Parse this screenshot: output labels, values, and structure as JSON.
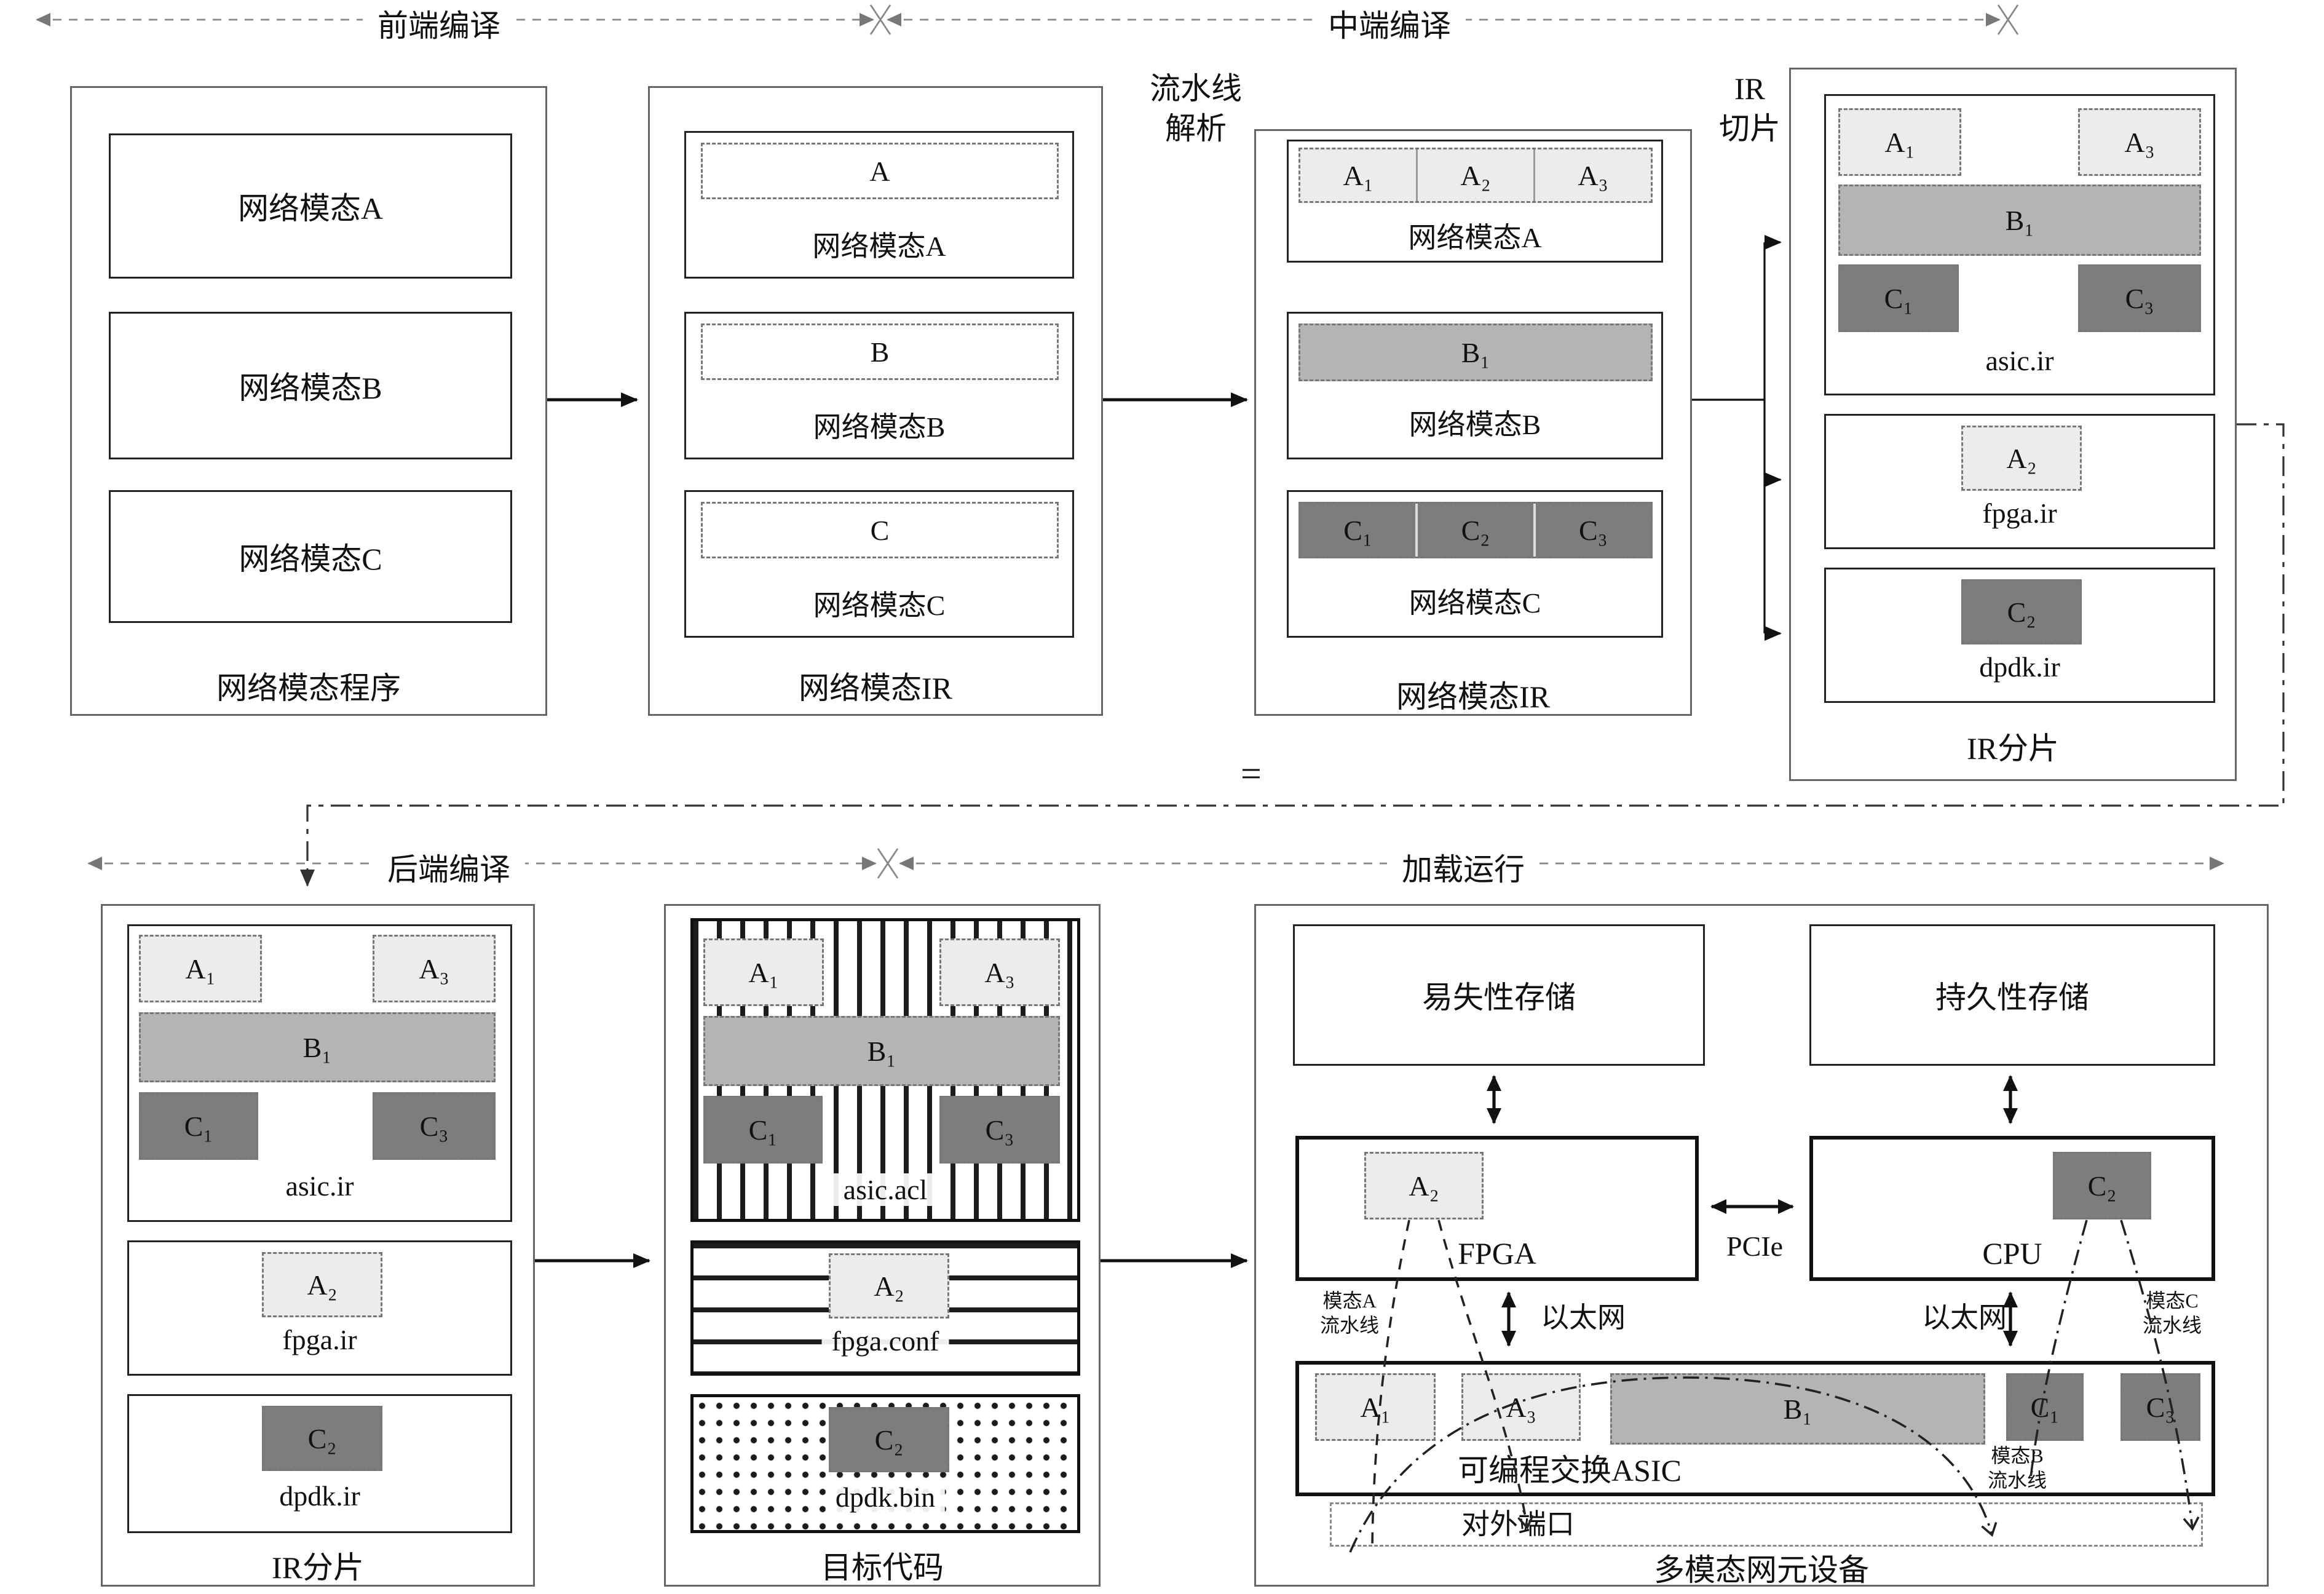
{
  "phases": {
    "frontend": "前端编译",
    "midend": "中端编译",
    "backend": "后端编译",
    "runtime": "加载运行"
  },
  "annotations": {
    "pipeline_parse_line1": "流水线",
    "pipeline_parse_line2": "解析",
    "ir_slice_line1": "IR",
    "ir_slice_line2": "切片",
    "equals": "="
  },
  "program_box": {
    "caption": "网络模态程序",
    "items": [
      "网络模态A",
      "网络模态B",
      "网络模态C"
    ]
  },
  "ir_box": {
    "caption": "网络模态IR",
    "items": [
      {
        "block": "A",
        "caption": "网络模态A"
      },
      {
        "block": "B",
        "caption": "网络模态B"
      },
      {
        "block": "C",
        "caption": "网络模态C"
      }
    ]
  },
  "sliced_ir_box": {
    "caption": "网络模态IR",
    "a_segments": [
      "A₁",
      "A₂",
      "A₃"
    ],
    "a_caption": "网络模态A",
    "b_block": "B₁",
    "b_caption": "网络模态B",
    "c_segments": [
      "C₁",
      "C₂",
      "C₃"
    ],
    "c_caption": "网络模态C"
  },
  "ir_slices_top": {
    "caption": "IR分片",
    "asic": {
      "caption": "asic.ir",
      "blocks": {
        "a1": "A₁",
        "a3": "A₃",
        "b1": "B₁",
        "c1": "C₁",
        "c3": "C₃"
      }
    },
    "fpga": {
      "caption": "fpga.ir",
      "a2": "A₂"
    },
    "dpdk": {
      "caption": "dpdk.ir",
      "c2": "C₂"
    }
  },
  "ir_slices_bottom": {
    "caption": "IR分片",
    "asic": {
      "caption": "asic.ir",
      "blocks": {
        "a1": "A₁",
        "a3": "A₃",
        "b1": "B₁",
        "c1": "C₁",
        "c3": "C₃"
      }
    },
    "fpga": {
      "caption": "fpga.ir",
      "a2": "A₂"
    },
    "dpdk": {
      "caption": "dpdk.ir",
      "c2": "C₂"
    }
  },
  "target_code_box": {
    "caption": "目标代码",
    "asic": {
      "caption": "asic.acl",
      "blocks": {
        "a1": "A₁",
        "a3": "A₃",
        "b1": "B₁",
        "c1": "C₁",
        "c3": "C₃"
      }
    },
    "fpga": {
      "caption": "fpga.conf",
      "a2": "A₂"
    },
    "dpdk": {
      "caption": "dpdk.bin",
      "c2": "C₂"
    }
  },
  "device_box": {
    "caption": "多模态网元设备",
    "volatile_storage": "易失性存储",
    "persistent_storage": "持久性存储",
    "fpga": {
      "label": "FPGA",
      "a2": "A₂"
    },
    "cpu": {
      "label": "CPU",
      "c2": "C₂"
    },
    "pcie": "PCIe",
    "ethernet_left": "以太网",
    "ethernet_right": "以太网",
    "modal_a_line1": "模态A",
    "modal_a_line2": "流水线",
    "modal_b_line1": "模态B",
    "modal_b_line2": "流水线",
    "modal_c_line1": "模态C",
    "modal_c_line2": "流水线",
    "asic": {
      "label": "可编程交换ASIC",
      "blocks": {
        "a1": "A₁",
        "a3": "A₃",
        "b1": "B₁",
        "c1": "C₁",
        "c3": "C₃"
      }
    },
    "external_ports": "对外端口"
  },
  "colors": {
    "block_a": "#ececec",
    "block_b": "#b4b4b4",
    "block_c": "#7d7d7d"
  }
}
